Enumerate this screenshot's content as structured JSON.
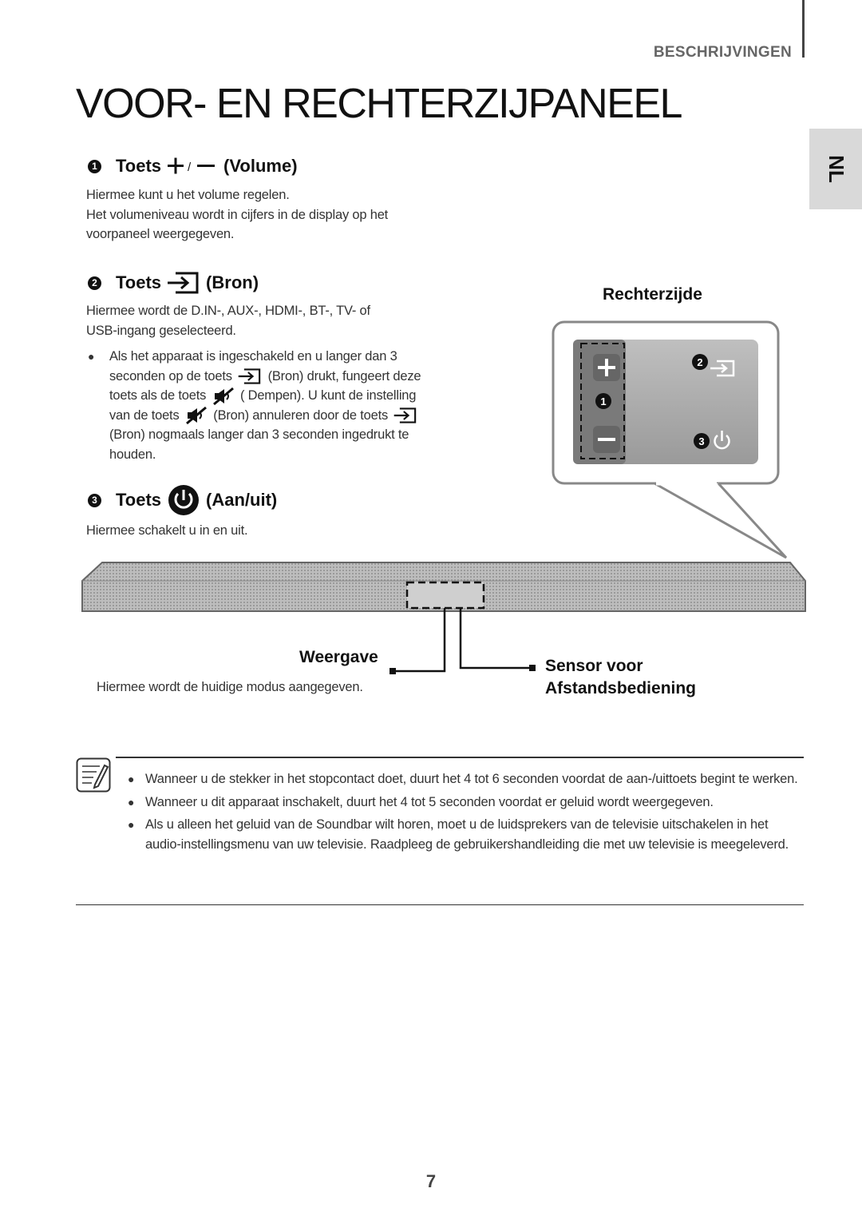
{
  "header": {
    "section": "BESCHRIJVINGEN",
    "title": "VOOR- EN RECHTERZIJPANEEL",
    "language_tab": "NL"
  },
  "items": [
    {
      "number": "1",
      "label": "Toets",
      "icon": "plus-minus-icon",
      "icon_separator": "/",
      "suffix": "(Volume)",
      "lines": [
        "Hiermee kunt u het volume regelen.",
        "Het volumeniveau wordt in cijfers in de display op het",
        "voorpaneel weergegeven."
      ]
    },
    {
      "number": "2",
      "label": "Toets",
      "icon": "source-icon",
      "suffix": "(Bron)",
      "lines": [
        "Hiermee wordt de D.IN-, AUX-, HDMI-, BT-, TV- of",
        "USB-ingang geselecteerd."
      ],
      "bullet": {
        "line1": "Als het apparaat is ingeschakeld en u langer dan 3",
        "line2a": "seconden op de toets",
        "line2b": "(Bron) drukt, fungeert deze",
        "line3a": "toets als de toets",
        "line3b": "( Dempen). U kunt de instelling",
        "line4a": "van de toets",
        "line4b": "(Bron) annuleren door de toets",
        "line5": "(Bron) nogmaals langer dan 3 seconden ingedrukt te",
        "line6": "houden."
      }
    },
    {
      "number": "3",
      "label": "Toets",
      "icon": "power-icon",
      "suffix": "(Aan/uit)",
      "lines": [
        "Hiermee schakelt u in en uit."
      ]
    }
  ],
  "diagram": {
    "right_side_title": "Rechterzijde",
    "panel_numbers": [
      "1",
      "2",
      "3"
    ],
    "display_label": "Weergave",
    "display_desc": "Hiermee wordt de huidige modus aangegeven.",
    "sensor_label_line1": "Sensor voor",
    "sensor_label_line2": "Afstandsbediening"
  },
  "notes": [
    "Wanneer u de stekker in het stopcontact doet, duurt het 4 tot 6 seconden voordat de aan-/uittoets begint te werken.",
    "Wanneer u dit apparaat inschakelt, duurt het 4 tot 5 seconden voordat er geluid wordt weergegeven.",
    "Als u alleen het geluid van de Soundbar wilt horen, moet u de luidsprekers van de televisie uitschakelen in het audio-instellingsmenu van uw televisie. Raadpleeg de gebruikershandleiding die met uw televisie is meegeleverd."
  ],
  "page_number": "7"
}
